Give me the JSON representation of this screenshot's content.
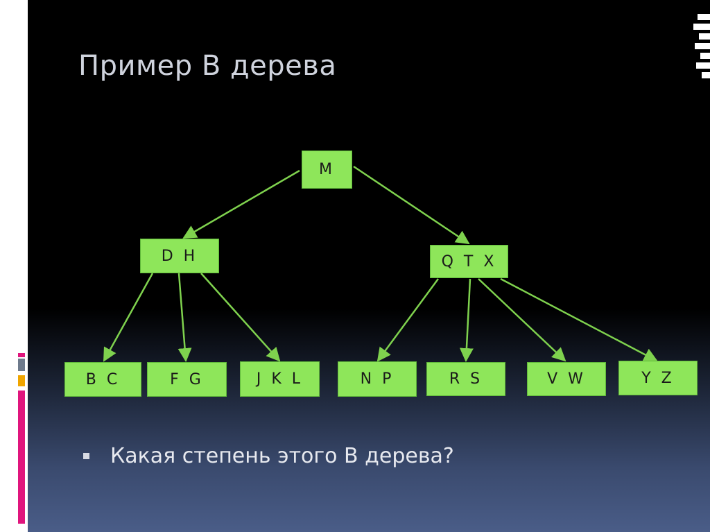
{
  "slide": {
    "title": "Пример В дерева",
    "bullet": "Какая степень этого В дерева?"
  },
  "tree": {
    "nodes": [
      {
        "id": "m",
        "label": "M"
      },
      {
        "id": "dh",
        "label": "D H"
      },
      {
        "id": "qtx",
        "label": "Q T X"
      },
      {
        "id": "bc",
        "label": "B C"
      },
      {
        "id": "fg",
        "label": "F G"
      },
      {
        "id": "jkl",
        "label": "J K L"
      },
      {
        "id": "np",
        "label": "N P"
      },
      {
        "id": "rs",
        "label": "R S"
      },
      {
        "id": "vw",
        "label": "V W"
      },
      {
        "id": "yz",
        "label": "Y Z"
      }
    ],
    "edges": [
      {
        "from": "m",
        "to": "dh"
      },
      {
        "from": "m",
        "to": "qtx"
      },
      {
        "from": "dh",
        "to": "bc"
      },
      {
        "from": "dh",
        "to": "fg"
      },
      {
        "from": "dh",
        "to": "jkl"
      },
      {
        "from": "qtx",
        "to": "np"
      },
      {
        "from": "qtx",
        "to": "rs"
      },
      {
        "from": "qtx",
        "to": "vw"
      },
      {
        "from": "qtx",
        "to": "yz"
      }
    ]
  },
  "colors": {
    "node_fill": "#8ee65a",
    "edge": "#7fd24e",
    "title": "#cfd3dd"
  }
}
